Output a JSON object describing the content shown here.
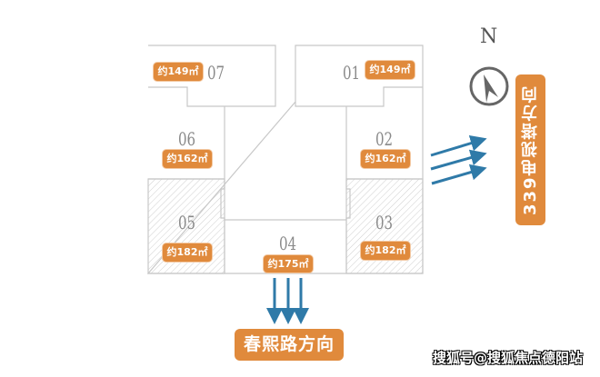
{
  "units": [
    {
      "id": "07",
      "area": "约149㎡"
    },
    {
      "id": "01",
      "area": "约149㎡"
    },
    {
      "id": "06",
      "area": "约162㎡"
    },
    {
      "id": "02",
      "area": "约162㎡"
    },
    {
      "id": "05",
      "area": "约182㎡"
    },
    {
      "id": "03",
      "area": "约182㎡"
    },
    {
      "id": "04",
      "area": "约175㎡"
    }
  ],
  "compass": {
    "label": "N"
  },
  "roads": {
    "east": "339电视塔方向",
    "south": "春熙路方向"
  },
  "watermark": "搜狐号@搜狐焦点德阳站",
  "colors": {
    "accent": "#e08a3c",
    "arrow": "#2f7aa8",
    "wall": "#c8c8c8"
  }
}
